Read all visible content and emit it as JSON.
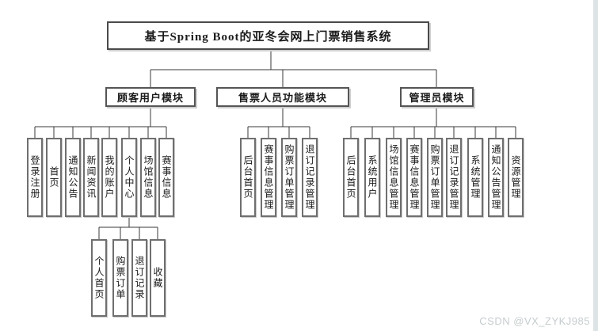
{
  "root": {
    "label": "基于Spring Boot的亚冬会网上门票销售系统"
  },
  "modules": [
    {
      "label": "顾客用户模块",
      "children": [
        "登录注册",
        "首页",
        "通知公告",
        "新闻资讯",
        "我的账户",
        "个人中心",
        "场馆信息",
        "赛事信息"
      ]
    },
    {
      "label": "售票人员功能模块",
      "children": [
        "后台首页",
        "赛事信息管理",
        "购票订单管理",
        "退订记录管理"
      ]
    },
    {
      "label": "管理员模块",
      "children": [
        "后台首页",
        "系统用户",
        "场馆信息管理",
        "赛事信息管理",
        "购票订单管理",
        "退订记录管理",
        "系统管理",
        "通知公告管理",
        "资源管理"
      ]
    }
  ],
  "personal_center_children": [
    "个人首页",
    "购票订单",
    "退订记录",
    "收藏"
  ],
  "watermark": "CSDN @VX_ZYKJ985",
  "colors": {
    "line": "#3a3a3a",
    "box_border": "#6f6f6f",
    "watermark_text": "#c6ccce",
    "right_edge_strip": "#dde4e6"
  }
}
